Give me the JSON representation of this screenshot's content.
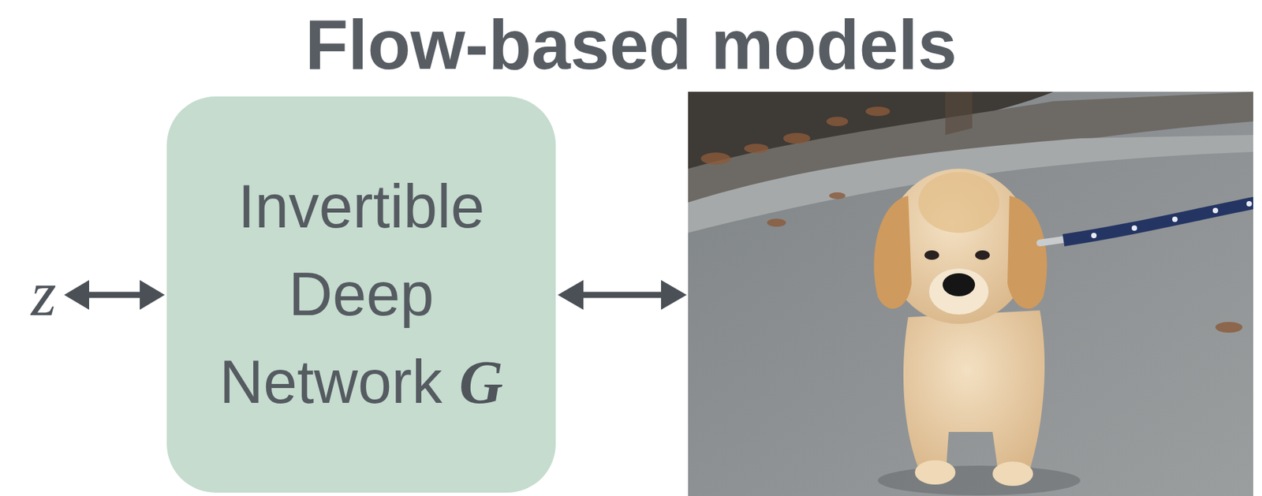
{
  "diagram": {
    "title": "Flow-based models",
    "nodes": [
      {
        "text": [
          "Invertible Deep Network",
          "G"
        ]
      }
    ],
    "labels": [
      "z"
    ]
  }
}
